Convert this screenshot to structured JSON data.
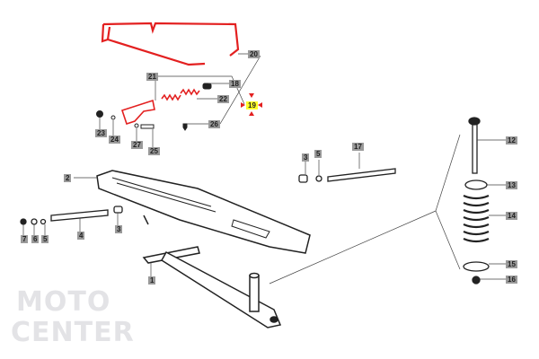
{
  "watermark": {
    "line1": "MOTO",
    "line2": "CENTER"
  },
  "colors": {
    "highlight_part": "#e32020",
    "callout_bg": "#9a9a9a",
    "selected_callout_bg": "#ffff2a"
  },
  "callouts": {
    "p1": "1",
    "p2": "2",
    "p3": "3",
    "p4": "4",
    "p5a": "5",
    "p5b": "5",
    "p6": "6",
    "p7": "7",
    "p12": "12",
    "p13": "13",
    "p14": "14",
    "p15": "15",
    "p16": "16",
    "p17": "17",
    "p18": "18",
    "p19": "19",
    "p20": "20",
    "p21": "21",
    "p22": "22",
    "p23": "23",
    "p24": "24",
    "p25": "25",
    "p26": "26",
    "p27": "27",
    "p3b": "3"
  },
  "selected_part": "19"
}
